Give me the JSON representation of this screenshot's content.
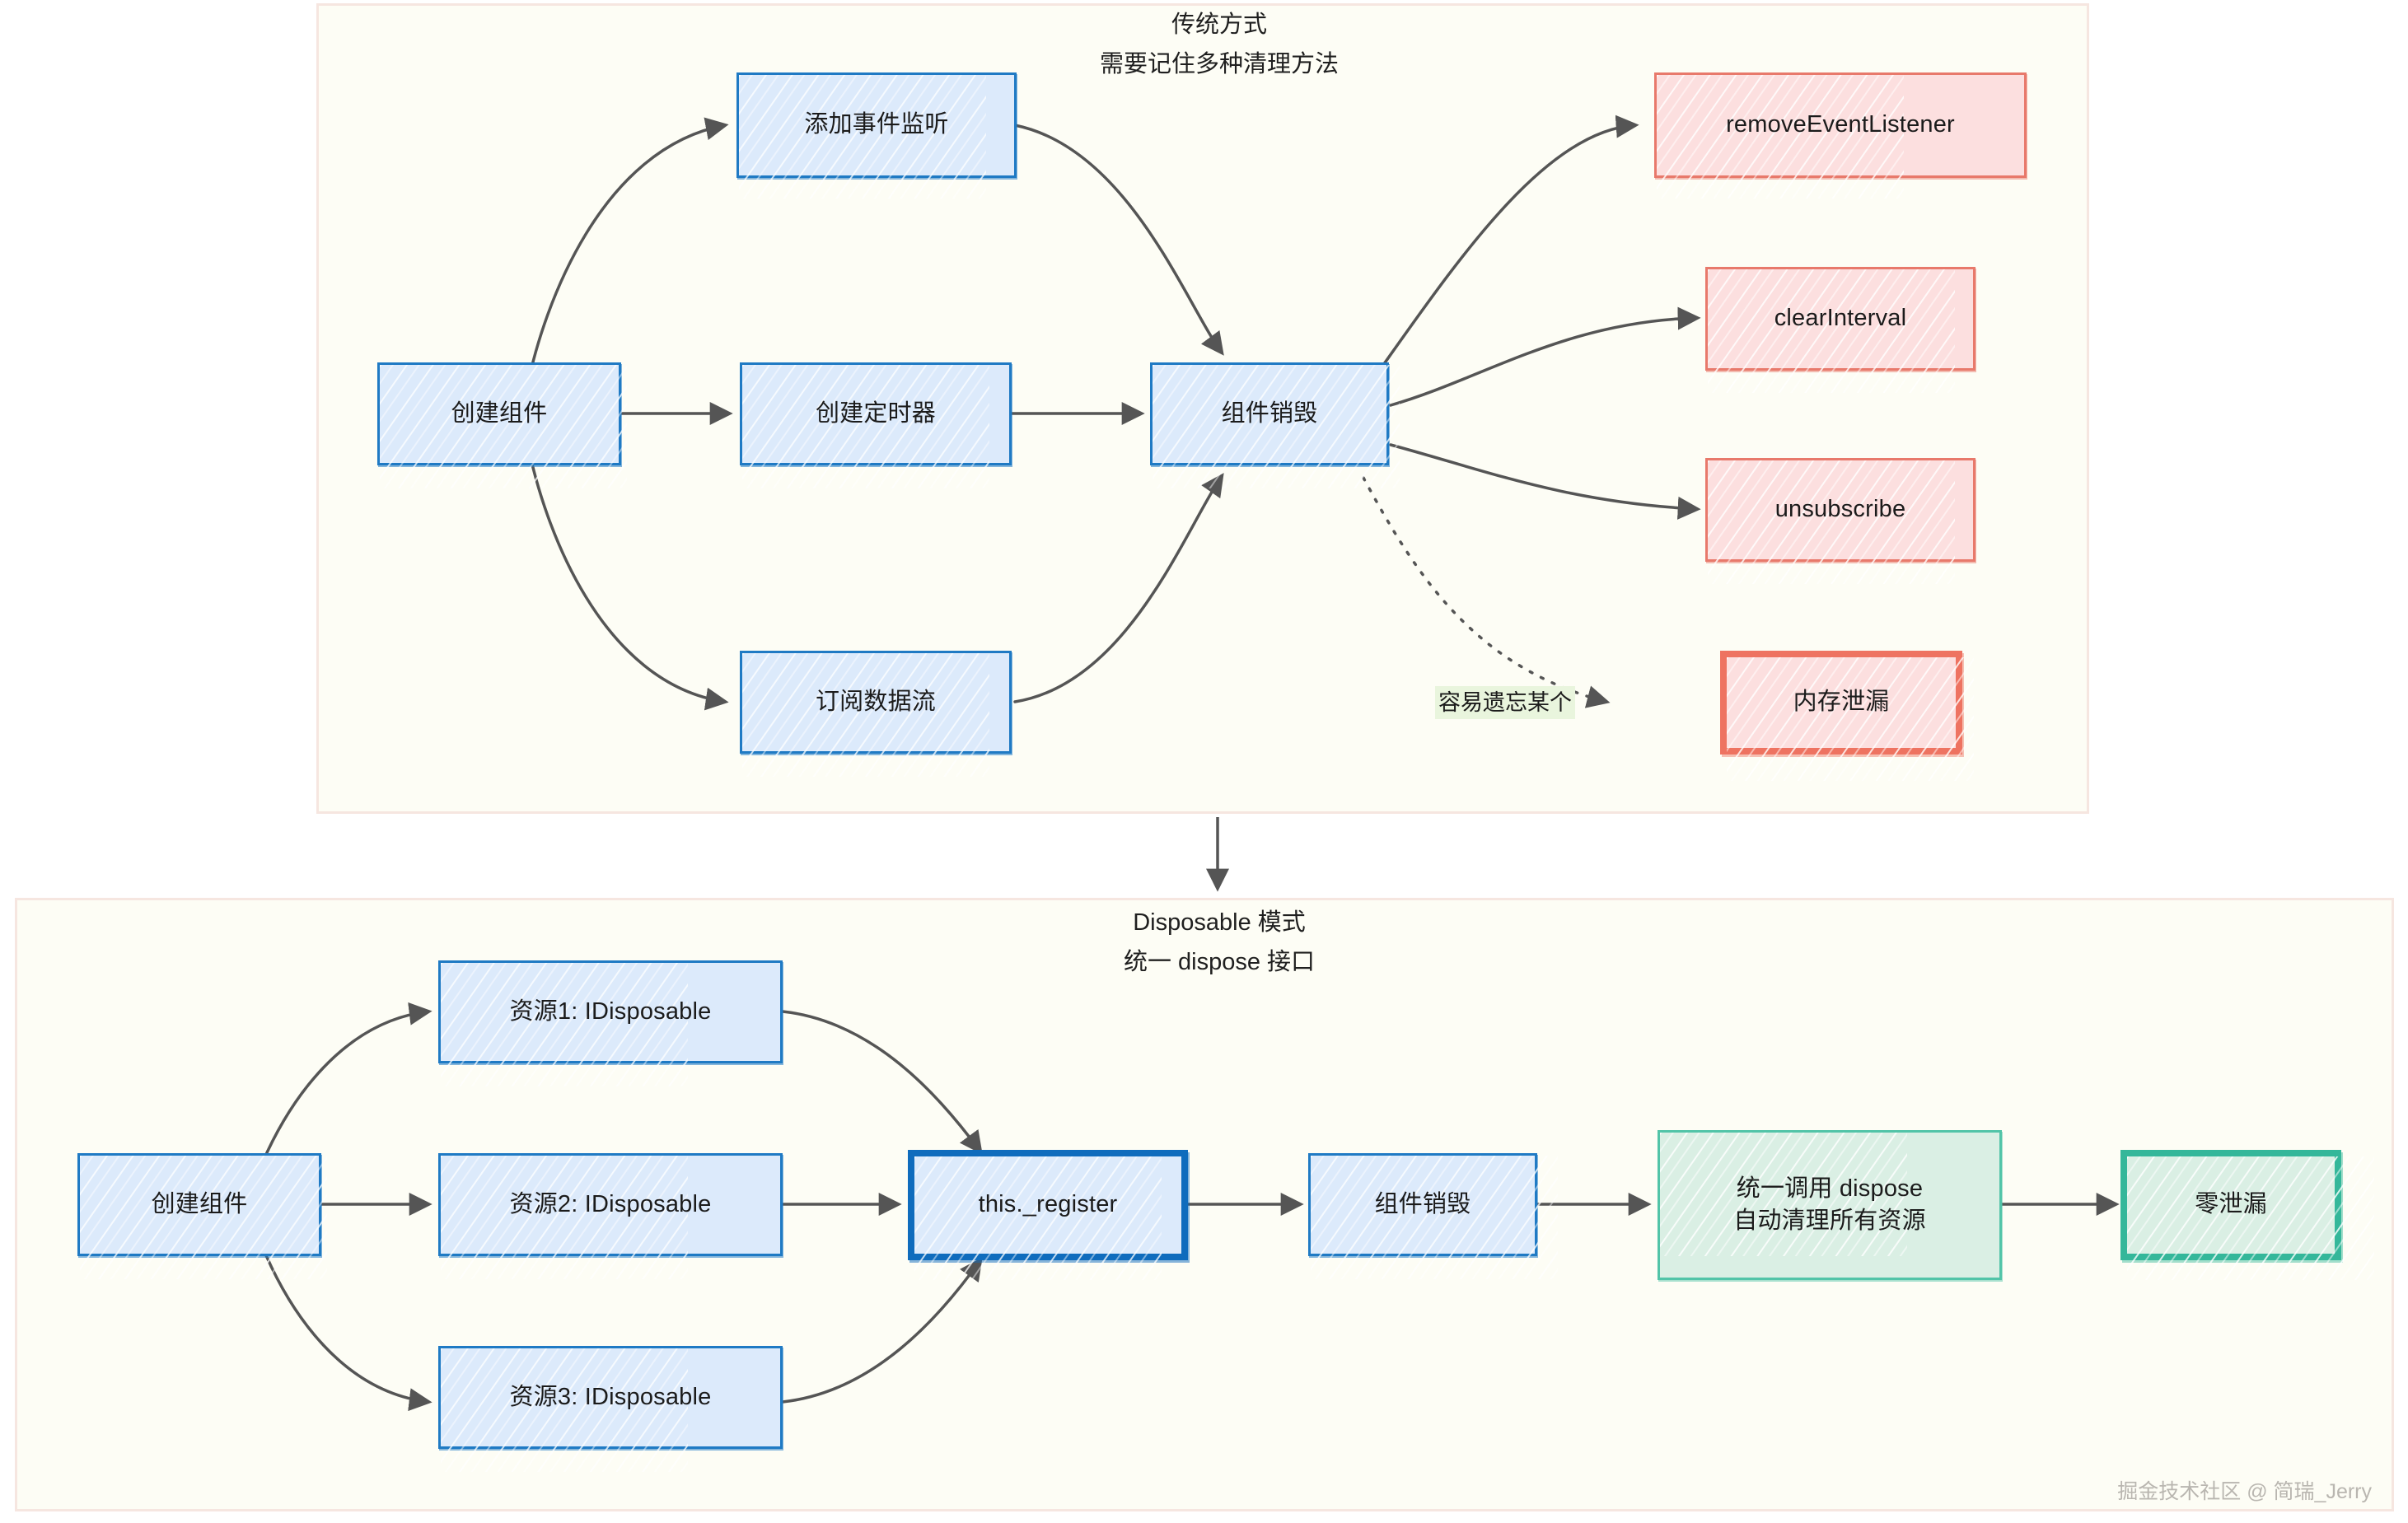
{
  "diagram": {
    "title_traditional_line1": "传统方式",
    "title_traditional_line2": "需要记住多种清理方法",
    "title_disposable_line1": "Disposable 模式",
    "title_disposable_line2": "统一 dispose 接口",
    "watermark": "掘金技术社区 @ 简瑞_Jerry",
    "colors": {
      "blue_fill": "#dceafb",
      "blue_stroke": "#1f7ac4",
      "blue_stroke_strong": "#0f6cbd",
      "red_fill": "#fcdfdf",
      "red_stroke": "#e8796b",
      "red_stroke_strong": "#ee7361",
      "green_fill": "#daefe4",
      "green_stroke": "#52c4a8",
      "green_stroke_strong": "#34b79a",
      "cluster_bg": "#fdfdf5",
      "cluster_border": "#f6e6e0",
      "edge_stroke": "#555555",
      "edge_label_bg": "#e9f5dd"
    }
  },
  "traditional": {
    "nodes": {
      "create_component": "创建组件",
      "add_event_listener": "添加事件监听",
      "create_timer": "创建定时器",
      "subscribe_stream": "订阅数据流",
      "component_destroy": "组件销毁",
      "remove_event_listener": "removeEventListener",
      "clear_interval": "clearInterval",
      "unsubscribe": "unsubscribe",
      "memory_leak": "内存泄漏"
    },
    "edge_labels": {
      "easy_to_forget": "容易遗忘某个"
    }
  },
  "disposable": {
    "nodes": {
      "create_component": "创建组件",
      "resource1": "资源1: IDisposable",
      "resource2": "资源2: IDisposable",
      "resource3": "资源3: IDisposable",
      "this_register": "this._register",
      "component_destroy": "组件销毁",
      "unified_dispose_line1": "统一调用 dispose",
      "unified_dispose_line2": "自动清理所有资源",
      "zero_leak": "零泄漏"
    }
  }
}
